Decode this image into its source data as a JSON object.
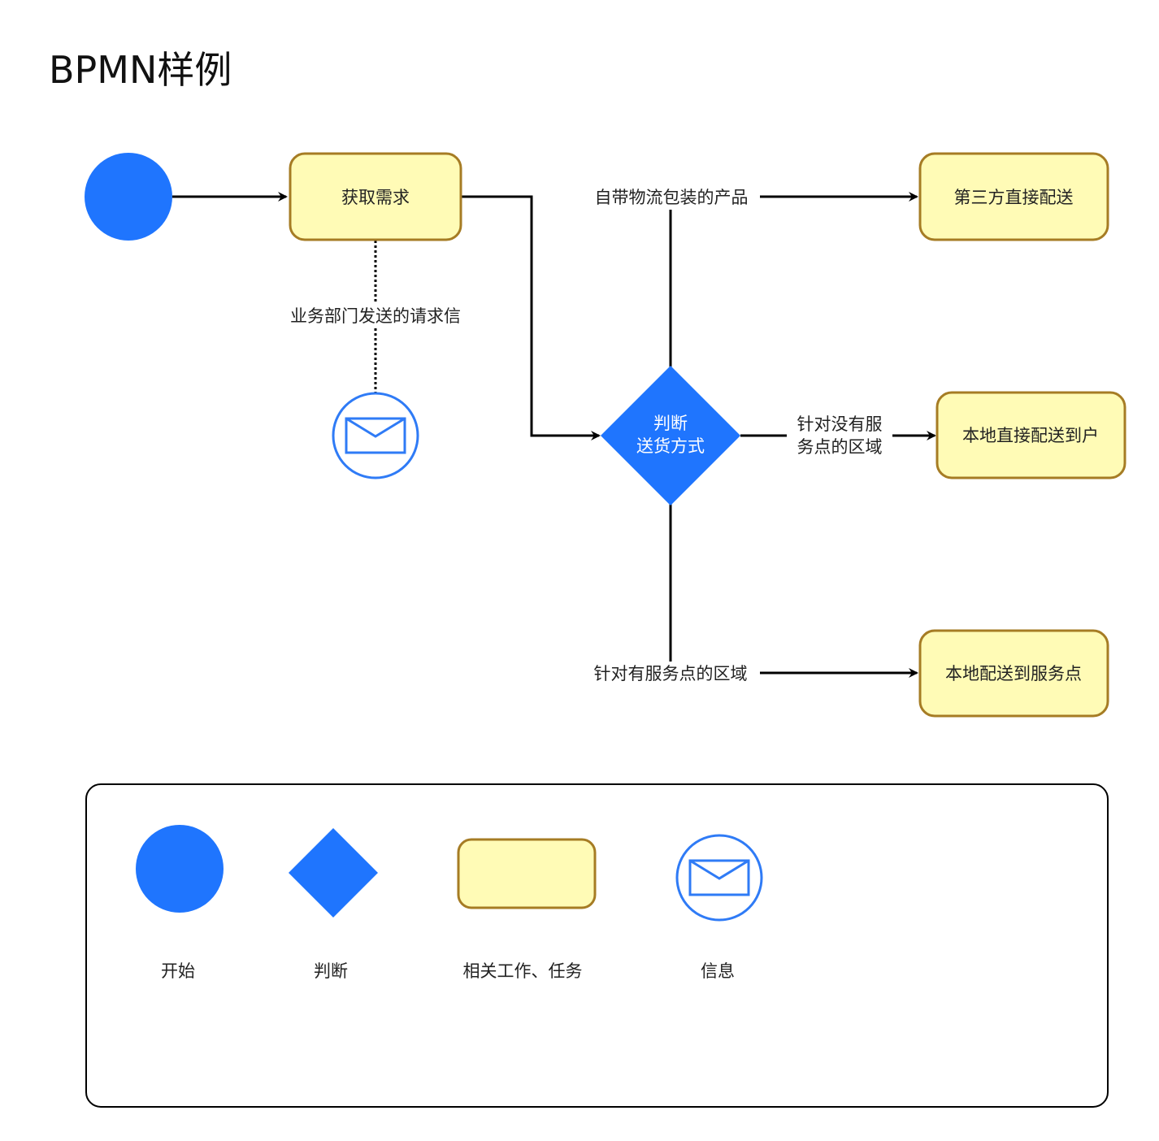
{
  "title": "BPMN样例",
  "colors": {
    "event_fill": "#1f75fe",
    "gateway_fill": "#1f75fe",
    "task_fill": "#fffbb6",
    "task_stroke": "#a67c24",
    "message_stroke": "#2f7bf6",
    "edge": "#000000"
  },
  "nodes": {
    "get_demand": "获取需求",
    "gateway_line1": "判断",
    "gateway_line2": "送货方式",
    "third_party": "第三方直接配送",
    "local_to_door": "本地直接配送到户",
    "local_to_point": "本地配送到服务点"
  },
  "edges": {
    "message_label": "业务部门发送的请求信",
    "self_logistics": "自带物流包装的产品",
    "no_service_line1": "针对没有服",
    "no_service_line2": "务点的区域",
    "has_service": "针对有服务点的区域"
  },
  "legend": {
    "start": "开始",
    "decision": "判断",
    "task": "相关工作、任务",
    "message": "信息"
  }
}
